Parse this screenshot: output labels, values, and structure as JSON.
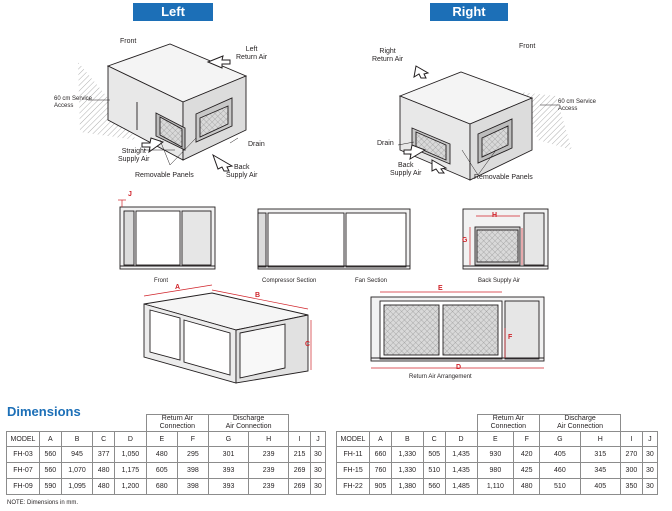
{
  "tabs": {
    "left": "Left",
    "right": "Right"
  },
  "views_top": {
    "left": {
      "front": "Front",
      "left_return_air": "Left\nReturn Air",
      "service_access": "60 cm Service\nAccess",
      "straight_supply_air": "Straight\nSupply Air",
      "removable_panels": "Removable Panels",
      "drain": "Drain",
      "back_supply_air": "Back\nSupply Air"
    },
    "right": {
      "front": "Front",
      "right_return_air": "Right\nReturn Air",
      "service_access": "60 cm Service\nAccess",
      "drain": "Drain",
      "back_supply_air": "Back\nSupply Air",
      "removable_panels": "Removable Panels"
    }
  },
  "views_middle": {
    "front": "Front",
    "compressor_section": "Compressor Section",
    "fan_section": "Fan Section",
    "back_supply_air": "Back Supply Air",
    "return_air_arrangement": "Return Air Arrangement"
  },
  "dim_letters": {
    "j": "J",
    "h": "H",
    "g": "G",
    "a": "A",
    "b": "B",
    "c": "C",
    "e": "E",
    "f": "F",
    "d": "D"
  },
  "colors": {
    "accent": "#1c6fb7",
    "dimension_red": "#d0232a"
  },
  "section_title": "Dimensions",
  "table_header": {
    "group_return": "Return Air\nConnection",
    "group_discharge": "Discharge\nAir Connection",
    "columns": [
      "MODEL",
      "A",
      "B",
      "C",
      "D",
      "E",
      "F",
      "G",
      "H",
      "I",
      "J"
    ]
  },
  "table_left": [
    [
      "FH-03",
      "560",
      "945",
      "377",
      "1,050",
      "480",
      "295",
      "301",
      "239",
      "215",
      "30"
    ],
    [
      "FH-07",
      "560",
      "1,070",
      "480",
      "1,175",
      "605",
      "398",
      "393",
      "239",
      "269",
      "30"
    ],
    [
      "FH-09",
      "590",
      "1,095",
      "480",
      "1,200",
      "680",
      "398",
      "393",
      "239",
      "269",
      "30"
    ]
  ],
  "table_right": [
    [
      "FH-11",
      "660",
      "1,330",
      "505",
      "1,435",
      "930",
      "420",
      "405",
      "315",
      "270",
      "30"
    ],
    [
      "FH-15",
      "760",
      "1,330",
      "510",
      "1,435",
      "980",
      "425",
      "460",
      "345",
      "300",
      "30"
    ],
    [
      "FH-22",
      "905",
      "1,380",
      "560",
      "1,485",
      "1,110",
      "480",
      "510",
      "405",
      "350",
      "30"
    ]
  ],
  "note": "NOTE: Dimensions in mm."
}
